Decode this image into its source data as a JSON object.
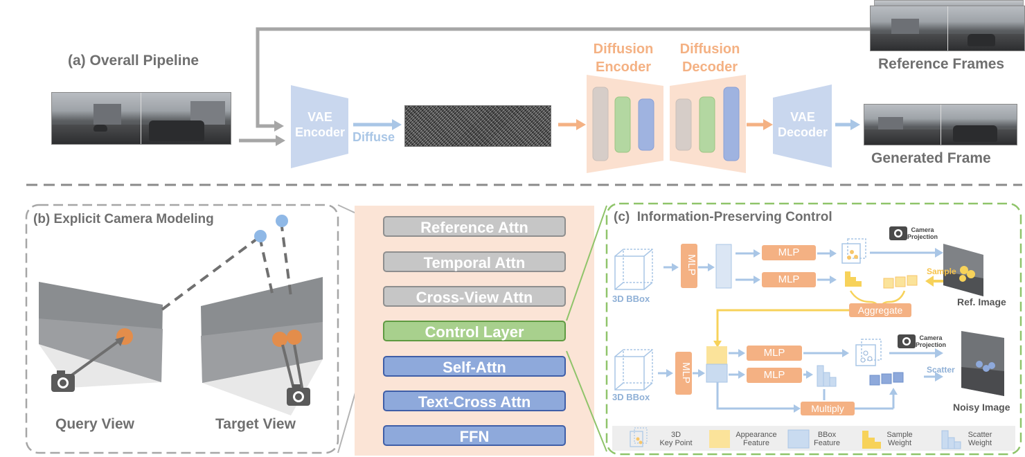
{
  "pipeline": {
    "title": "(a) Overall Pipeline",
    "vae_encoder": [
      "VAE",
      "Encoder"
    ],
    "diffuse": "Diffuse",
    "diffusion_encoder": [
      "Diffusion",
      "Encoder"
    ],
    "diffusion_decoder": [
      "Diffusion",
      "Decoder"
    ],
    "vae_decoder": [
      "VAE",
      "Decoder"
    ],
    "reference_frames": "Reference Frames",
    "generated_frame": "Generated Frame"
  },
  "camera": {
    "title": "(b) Explicit Camera Modeling",
    "query_view": "Query View",
    "target_view": "Target View"
  },
  "layers": [
    {
      "label": "Reference Attn",
      "style": "gray"
    },
    {
      "label": "Temporal Attn",
      "style": "gray"
    },
    {
      "label": "Cross-View Attn",
      "style": "gray"
    },
    {
      "label": "Control Layer",
      "style": "green"
    },
    {
      "label": "Self-Attn",
      "style": "blue"
    },
    {
      "label": "Text-Cross Attn",
      "style": "blue"
    },
    {
      "label": "FFN",
      "style": "blue"
    }
  ],
  "control": {
    "title": "(c)  Information-Preserving Control",
    "bbox_label": "3D BBox",
    "mlp": "MLP",
    "camera_projection": [
      "Camera",
      "Projection"
    ],
    "sample": "Sample",
    "aggregate": "Aggregate",
    "ref_image": "Ref. Image",
    "scatter": "Scatter",
    "multiply": "Multiply",
    "noisy_image": "Noisy Image",
    "legend": [
      [
        "3D",
        "Key Point"
      ],
      [
        "Appearance",
        "Feature"
      ],
      [
        "BBox",
        "Feature"
      ],
      [
        "Sample",
        "Weight"
      ],
      [
        "Scatter",
        "Weight"
      ]
    ]
  },
  "colors": {
    "vae": "#c9d7ee",
    "diffusion": "#fbe0cf",
    "control_border": "#8fc46a",
    "camera_border": "#a6a6a6",
    "arrow_blue": "#a9c6e6",
    "arrow_orange": "#f4b183",
    "arrow_yellow": "#f7d25a"
  }
}
